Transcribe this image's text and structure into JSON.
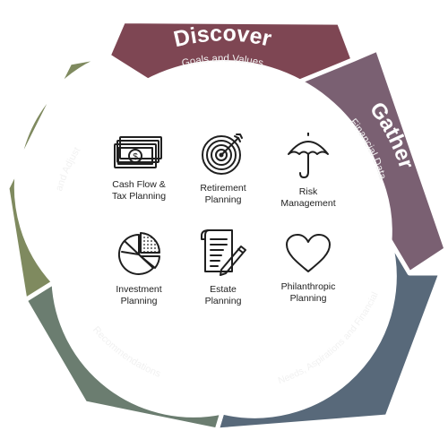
{
  "colors": {
    "discover": "#7e4653",
    "gather": "#7a6072",
    "design": "#58697a",
    "implement": "#6b7d70",
    "monitor": "#7f8a5f",
    "icon_stroke": "#1f1f1f"
  },
  "segments": {
    "discover": {
      "title": "Discover",
      "subtitle": "Goals and Values"
    },
    "gather": {
      "title": "Gather",
      "subtitle": "Financial Data"
    },
    "design": {
      "title": "Design",
      "subtitle": "Your Needs, Aspirations and Financial Plan"
    },
    "implement": {
      "title": "Implement",
      "subtitle": "Recommendations"
    },
    "monitor": {
      "title": "Monitor",
      "subtitle": "and Adjust"
    }
  },
  "services": [
    {
      "icon": "cash-icon",
      "label": "Cash Flow &\nTax Planning"
    },
    {
      "icon": "target-icon",
      "label": "Retirement\nPlanning"
    },
    {
      "icon": "umbrella-icon",
      "label": "Risk\nManagement"
    },
    {
      "icon": "pie-chart-icon",
      "label": "Investment\nPlanning"
    },
    {
      "icon": "document-icon",
      "label": "Estate\nPlanning"
    },
    {
      "icon": "heart-icon",
      "label": "Philanthropic\nPlanning"
    }
  ]
}
